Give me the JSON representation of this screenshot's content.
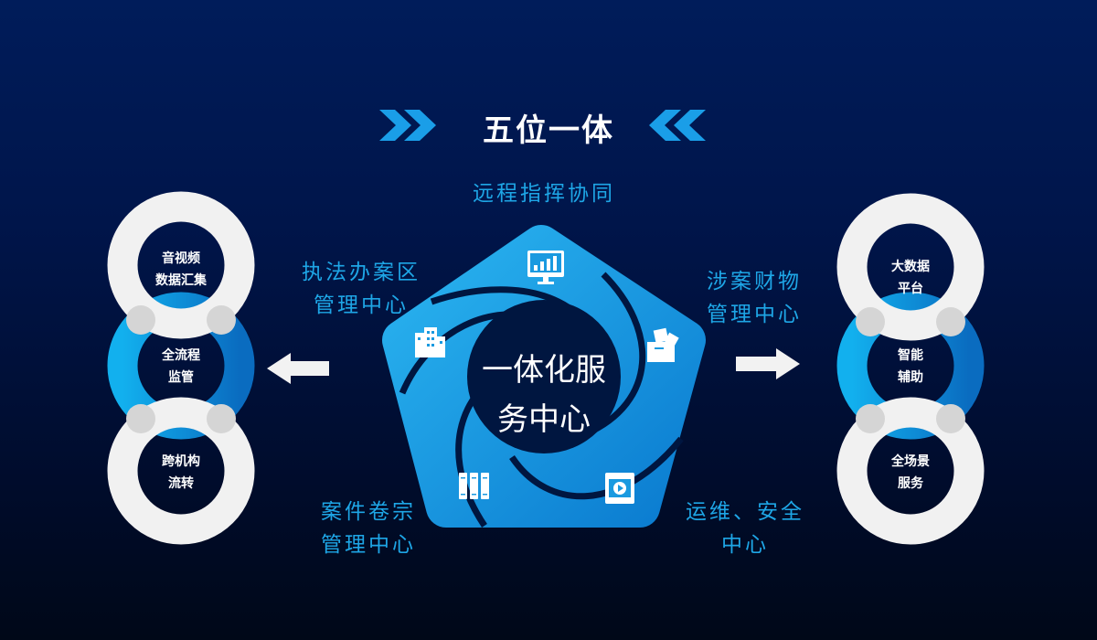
{
  "title": "五位一体",
  "center": {
    "line1": "一体化服",
    "line2": "务中心"
  },
  "pentagon_labels": {
    "top": "远程指挥协同",
    "upper_left": [
      "执法办案区",
      "管理中心"
    ],
    "upper_right": [
      "涉案财物",
      "管理中心"
    ],
    "lower_left": [
      "案件卷宗",
      "管理中心"
    ],
    "lower_right": [
      "运维、安全",
      "中心"
    ]
  },
  "left_chain": [
    [
      "音视频",
      "数据汇集"
    ],
    [
      "全流程",
      "监管"
    ],
    [
      "跨机构",
      "流转"
    ]
  ],
  "right_chain": [
    [
      "大数据",
      "平台"
    ],
    [
      "智能",
      "辅助"
    ],
    [
      "全场景",
      "服务"
    ]
  ],
  "icons": [
    "monitor-chart-icon",
    "box-icon",
    "video-icon",
    "archive-binders-icon",
    "buildings-icon",
    "arrow-left-icon",
    "arrow-right-icon",
    "chevron-right-icon",
    "chevron-left-icon"
  ],
  "colors": {
    "accent": "#1ea6e6",
    "deep_blue": "#0a6fc2",
    "ring_gray": "#f0f0f0",
    "background": "#00154a"
  }
}
